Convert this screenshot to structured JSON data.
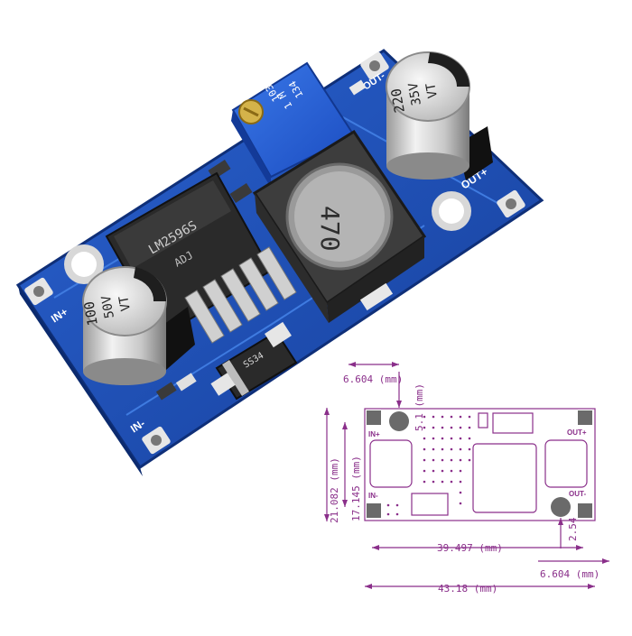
{
  "photo": {
    "board_color": "#1c4fb5",
    "silkscreen": {
      "in_plus": "IN+",
      "in_minus": "IN-",
      "out_plus": "OUT+",
      "out_minus": "OUT-"
    },
    "ic_text": [
      "LM2596S",
      "ADJ"
    ],
    "inductor_text": "470",
    "trimmer_text": [
      "103",
      "1 M",
      "134"
    ],
    "cap_left": [
      "100",
      "50V",
      "VT"
    ],
    "cap_right": [
      "220",
      "35V",
      "VT"
    ],
    "diode_text": "SS34",
    "icons": [
      "trimmer-potentiometer-icon",
      "inductor-icon",
      "electrolytic-capacitor-icon",
      "schottky-diode-icon"
    ]
  },
  "drawing": {
    "color": "#8a2f8a",
    "top_hole_offset": "6.604 (mm)",
    "top_vertical": "5.1 (mm)",
    "height_outer": "21.082 (mm)",
    "height_inner": "17.145 (mm)",
    "width_inner": "39.497 (mm)",
    "bottom_hole_offset": "6.604 (mm)",
    "right_vertical": "2.54",
    "width_outer": "43.18 (mm)",
    "in_plus": "IN+",
    "in_minus": "IN-",
    "out_plus": "OUT+",
    "out_minus": "OUT-"
  }
}
